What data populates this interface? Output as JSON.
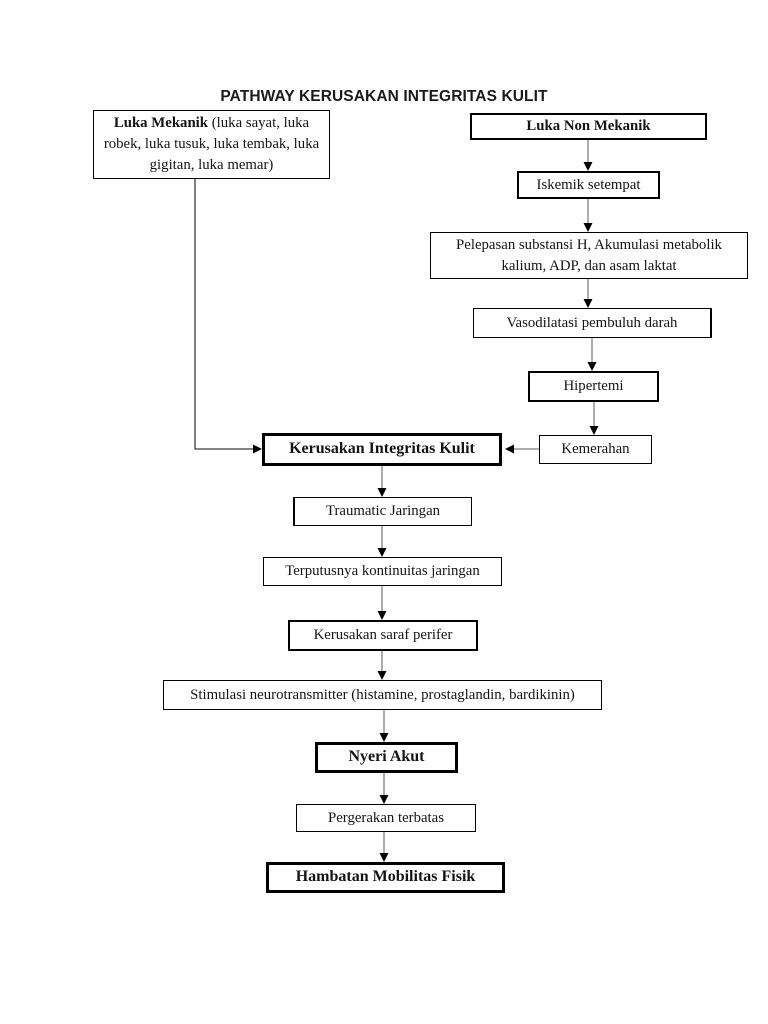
{
  "page": {
    "title": "PATHWAY KERUSAKAN INTEGRITAS KULIT",
    "background": "#ffffff"
  },
  "colors": {
    "box_border": "#000000",
    "text": "#141414",
    "connector_line": "#7f7f7f",
    "arrowhead": "#000000"
  },
  "nodes": {
    "luka_mekanik": {
      "label_bold": "Luka Mekanik",
      "label_rest": " (luka sayat, luka robek, luka tusuk, luka tembak, luka gigitan, luka memar)"
    },
    "luka_non_mekanik": {
      "label": "Luka Non Mekanik"
    },
    "iskemik_setempat": {
      "label": "Iskemik setempat"
    },
    "pelepasan_substansi": {
      "label": "Pelepasan substansi H, Akumulasi metabolik kalium, ADP, dan asam laktat"
    },
    "vasodilatasi": {
      "label": "Vasodilatasi pembuluh darah"
    },
    "hipertemi": {
      "label": "Hipertemi"
    },
    "kemerahan": {
      "label": "Kemerahan"
    },
    "kerusakan_integritas_kulit": {
      "label": "Kerusakan Integritas Kulit"
    },
    "traumatic_jaringan": {
      "label": "Traumatic Jaringan"
    },
    "terputusnya_kontinuitas": {
      "label": "Terputusnya kontinuitas jaringan"
    },
    "kerusakan_saraf_perifer": {
      "label": "Kerusakan saraf perifer"
    },
    "stimulasi_neurotransmitter": {
      "label": "Stimulasi neurotransmitter (histamine, prostaglandin, bardikinin)"
    },
    "nyeri_akut": {
      "label": "Nyeri Akut"
    },
    "pergerakan_terbatas": {
      "label": "Pergerakan terbatas"
    },
    "hambatan_mobilitas_fisik": {
      "label": "Hambatan Mobilitas Fisik"
    }
  }
}
